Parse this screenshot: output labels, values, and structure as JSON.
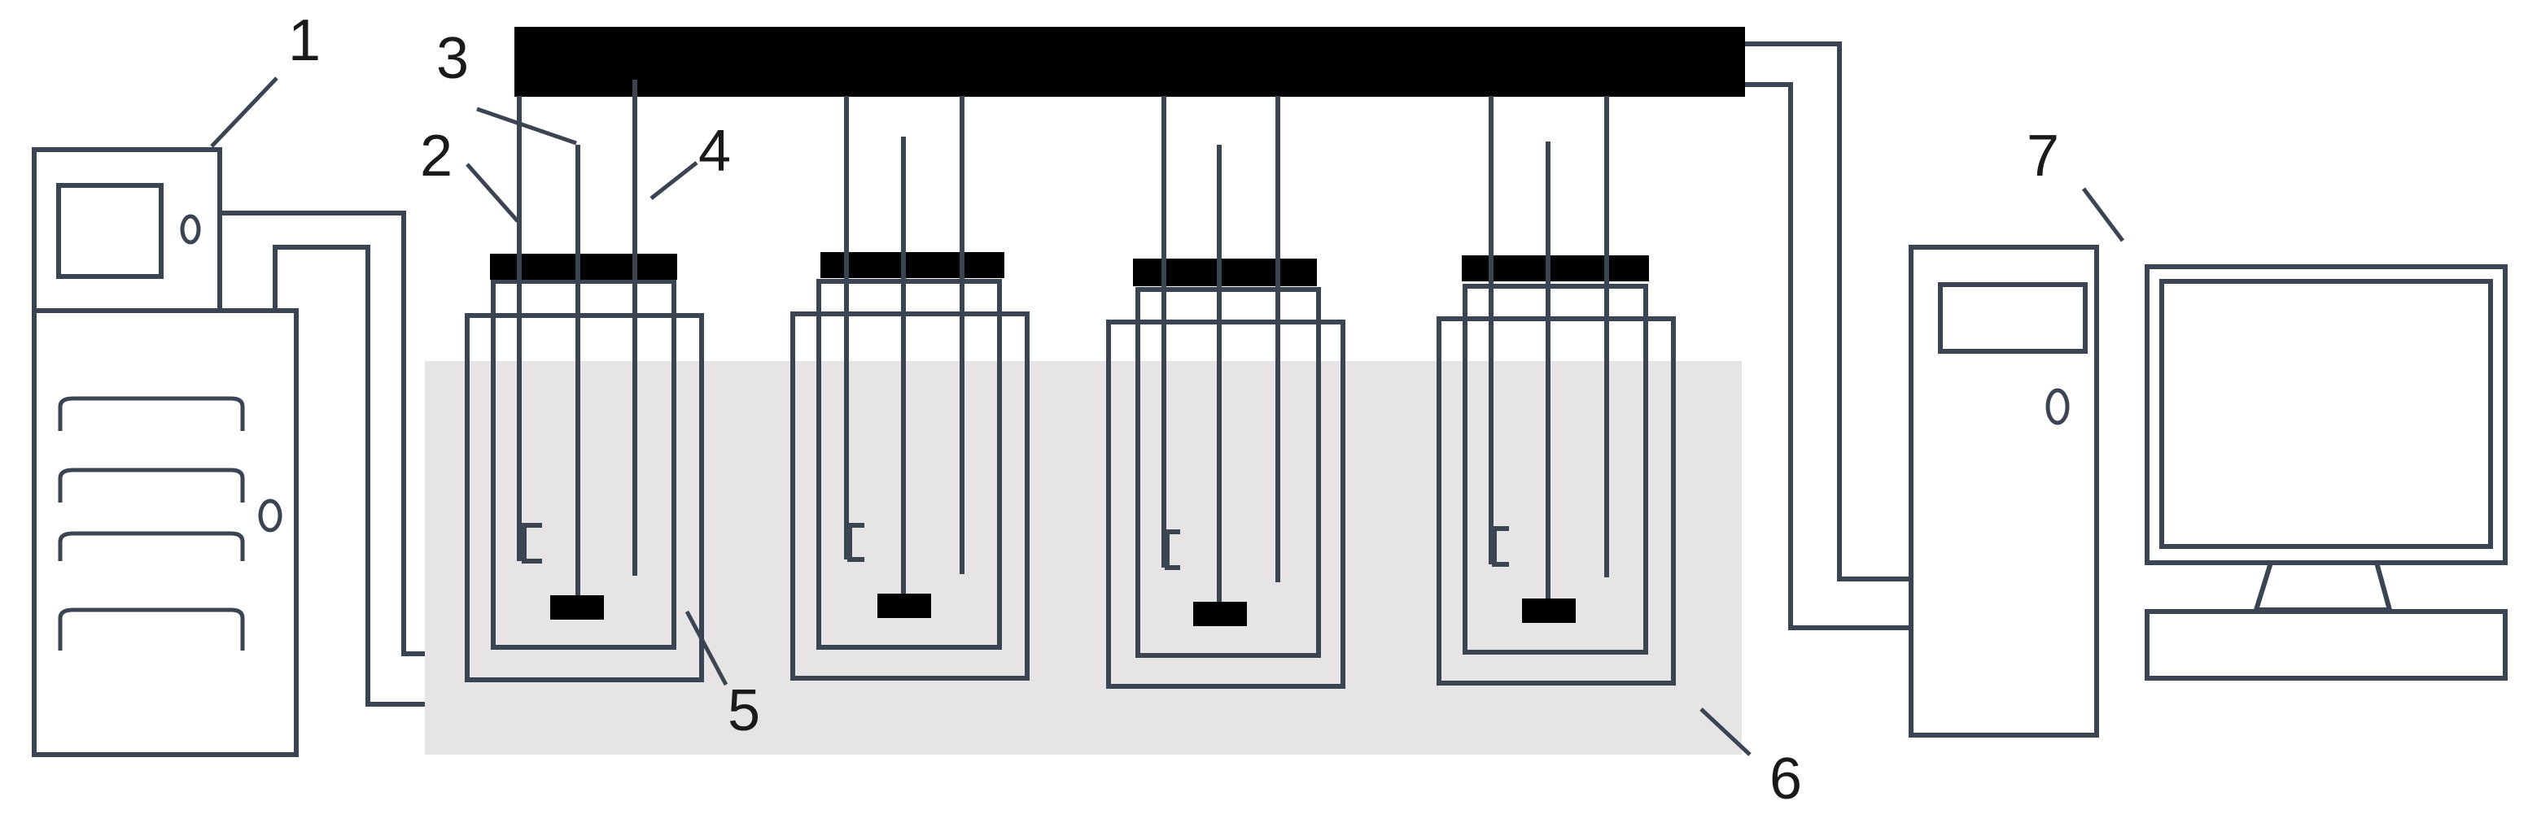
{
  "diagram": {
    "labels": {
      "n1": "1",
      "n2": "2",
      "n3": "3",
      "n4": "4",
      "n5": "5",
      "n6": "6",
      "n7": "7"
    },
    "colors": {
      "line": "#3a4452",
      "bath": "#e6e4e4",
      "solid": "#000000",
      "text": "#1a1a1a"
    },
    "icons": [
      "circulator-unit",
      "reactor-vessel",
      "stirrer",
      "electrode",
      "probe",
      "water-bath",
      "computer",
      "monitor"
    ]
  }
}
